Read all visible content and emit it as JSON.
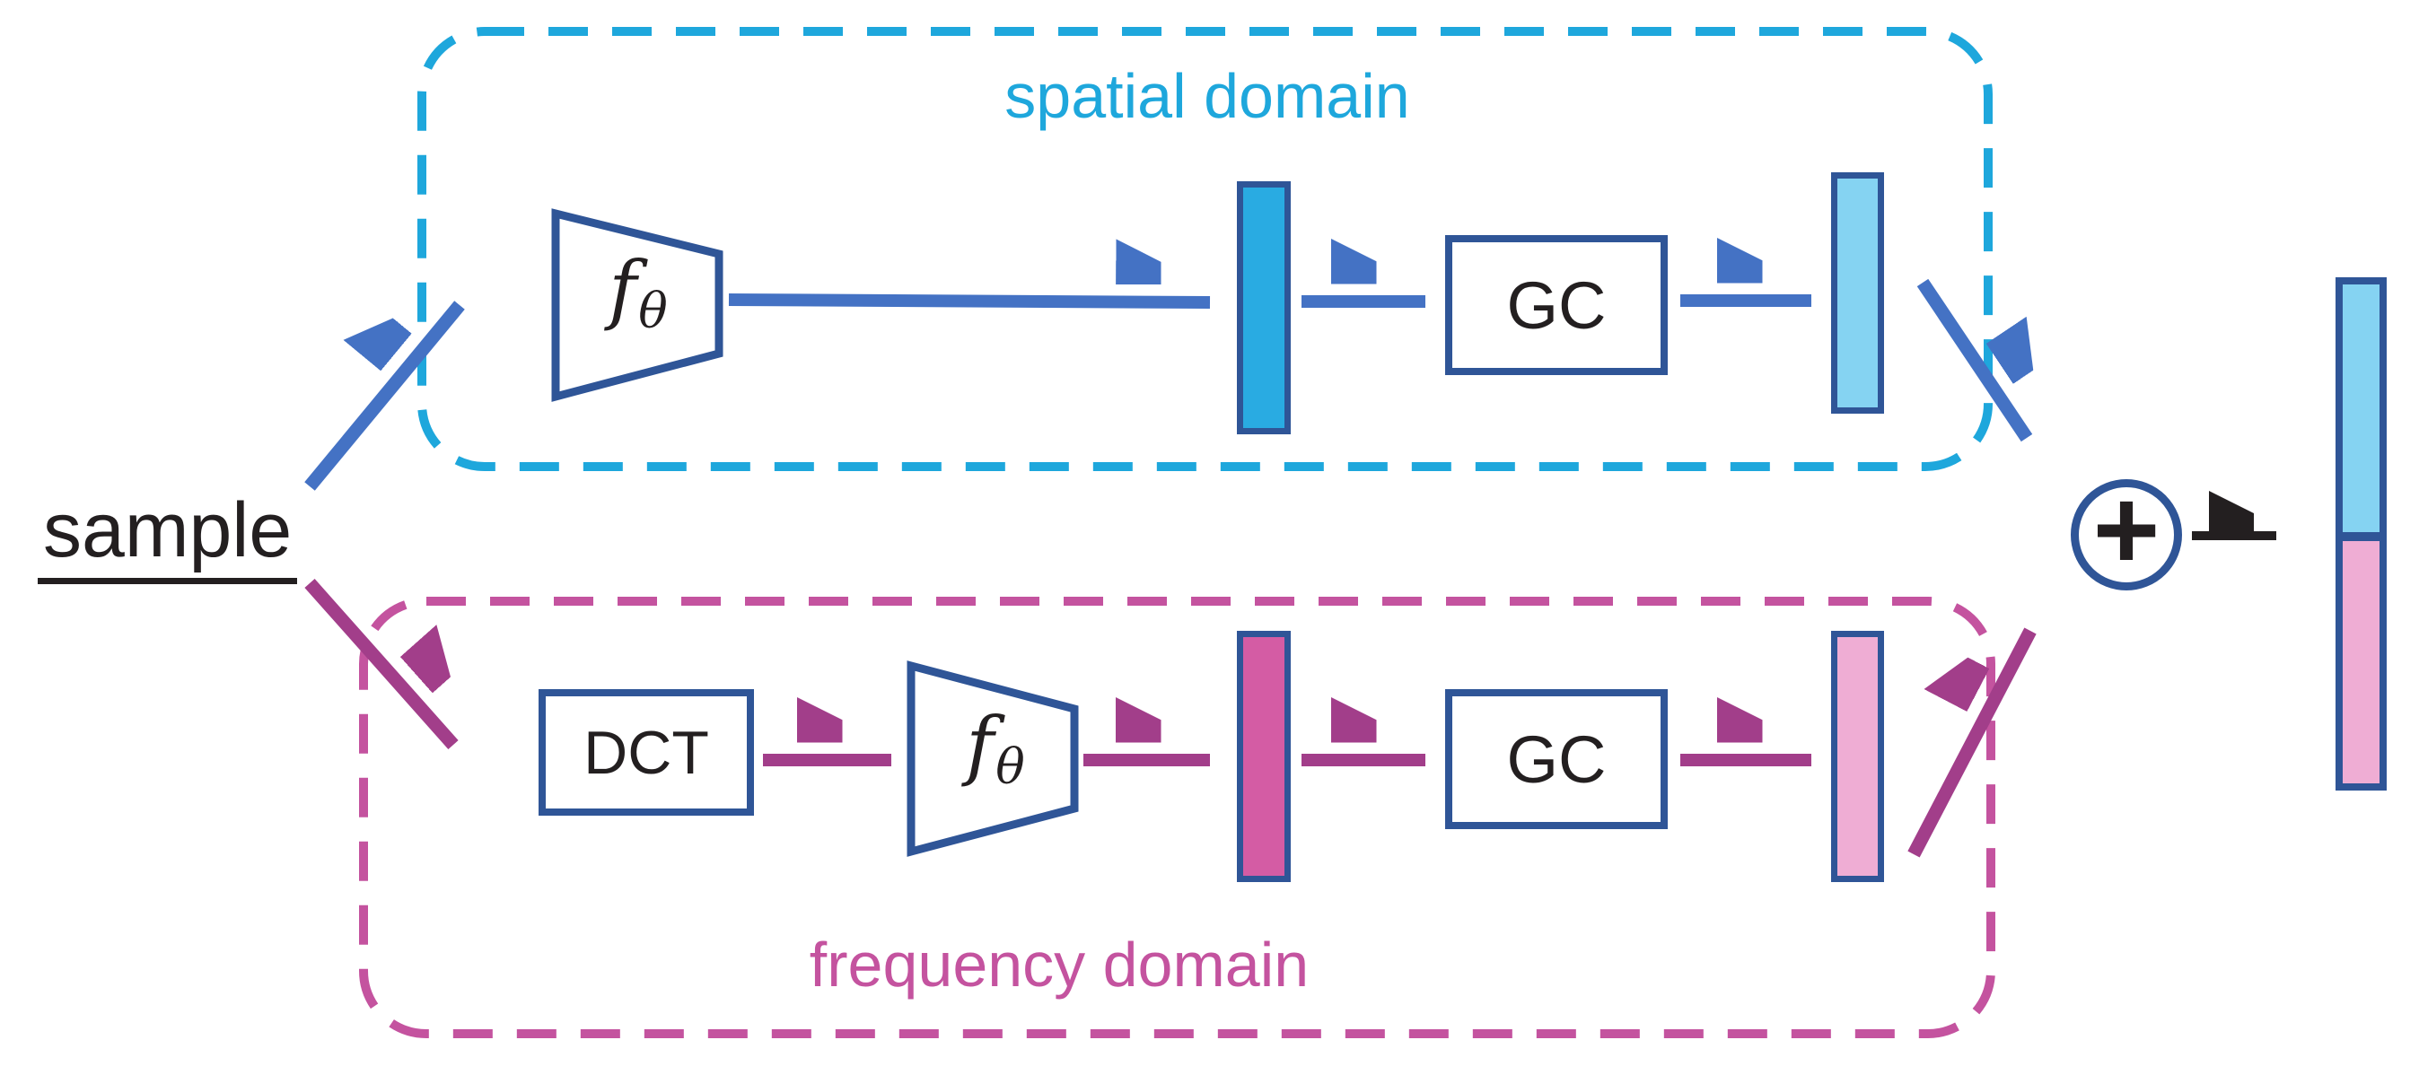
{
  "figure": {
    "sample_label": "sample",
    "plus_label": "+",
    "spatial_branch": {
      "title": "spatial domain",
      "encoder_main": "f",
      "encoder_sub": "θ",
      "gc_label": "GC"
    },
    "frequency_branch": {
      "title": "frequency domain",
      "dct_label": "DCT",
      "encoder_main": "f",
      "encoder_sub": "θ",
      "gc_label": "GC"
    },
    "colors": {
      "spatial_accent": "#1EA7DC",
      "frequency_accent": "#C4539F",
      "arrow_blue": "#4472C4",
      "arrow_magenta": "#A23E8A",
      "border_navy": "#2F5597",
      "bar_cyan": "#29ABE2",
      "bar_light_blue": "#85D3F2",
      "bar_dark_pink": "#D45CA4",
      "bar_light_pink": "#EFADD4",
      "arrow_black": "#231F20",
      "text_black": "#231F20"
    }
  }
}
